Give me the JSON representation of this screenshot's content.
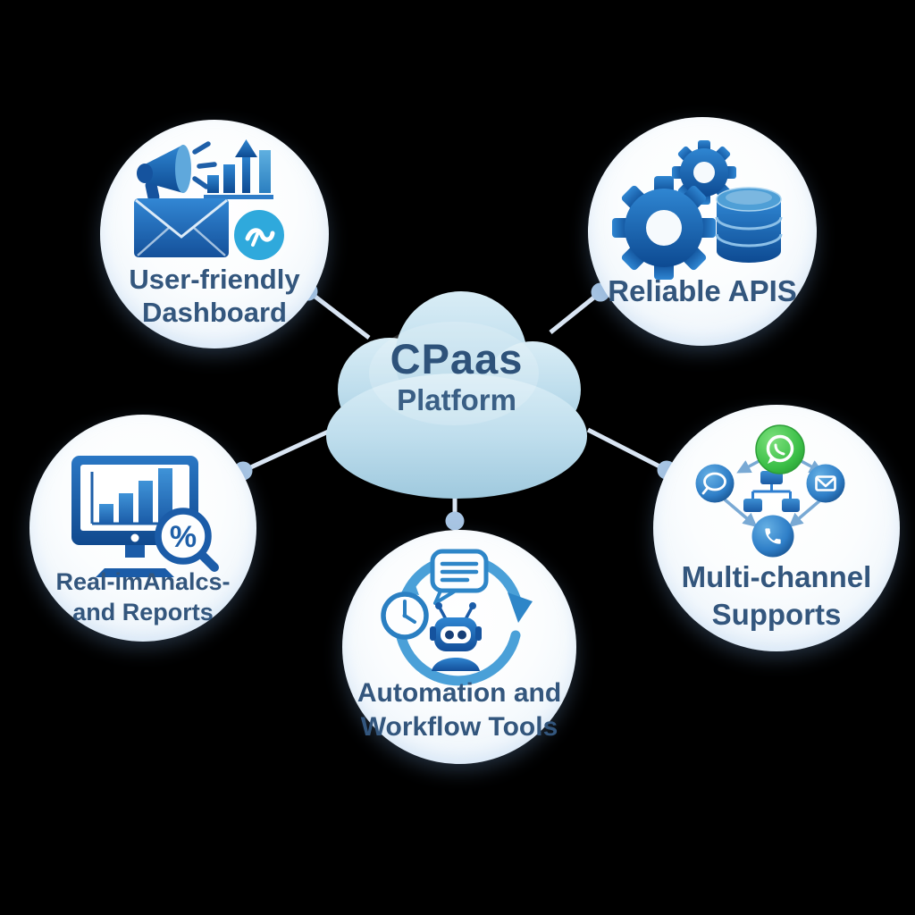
{
  "diagram_type": "hub-and-spoke mind map",
  "center": {
    "title": "CPaas",
    "subtitle": "Platform",
    "shape": "cloud",
    "fill_color": "#bfdeed",
    "text_color": "#2e527a"
  },
  "nodes": [
    {
      "id": "user-friendly-dashboard",
      "position": "top-left",
      "label_line1": "User-friendly",
      "label_line2": "Dashboard",
      "icons": [
        "megaphone-icon",
        "bar-chart-growth-arrow-icon",
        "email-envelope-icon",
        "check-badge-icon"
      ]
    },
    {
      "id": "reliable-apis",
      "position": "top-right",
      "label_line1": "Reliable APIS",
      "label_line2": "",
      "icons": [
        "small-gear-icon",
        "large-gear-icon",
        "database-icon"
      ]
    },
    {
      "id": "realtime-analytics-reports",
      "position": "left",
      "label_line1": "Real-imAnalcs-",
      "label_line2": "and Reports",
      "magnifier_symbol": "%",
      "icons": [
        "monitor-bar-chart-icon",
        "percent-magnifier-icon"
      ]
    },
    {
      "id": "automation-workflow-tools",
      "position": "bottom-center",
      "label_line1": "Automation and",
      "label_line2": "Workflow Tools",
      "icons": [
        "cycle-arrows-icon",
        "chat-message-icon",
        "clock-icon",
        "robot-icon"
      ]
    },
    {
      "id": "multi-channel-supports",
      "position": "right",
      "label_line1": "Multi-channel",
      "label_line2": "Supports",
      "icons": [
        "whatsapp-icon",
        "chat-bubble-icon",
        "email-icon",
        "phone-icon",
        "sitemap-icon",
        "channel-arrows"
      ]
    }
  ],
  "connectors": {
    "count": 5,
    "line_color": "#d9e5f3",
    "dot_color": "#a9c6e4",
    "style": "line with dot at node edge"
  },
  "colors": {
    "background": "#000000",
    "node_fill": "#f6fafd",
    "node_text": "#33567d",
    "icon_blue_dark": "#0d4a92",
    "icon_blue": "#2e7cc8",
    "icon_blue_light": "#4aa0d8",
    "badge_teal": "#2fa9dc",
    "whatsapp_green": "#2aa836"
  }
}
